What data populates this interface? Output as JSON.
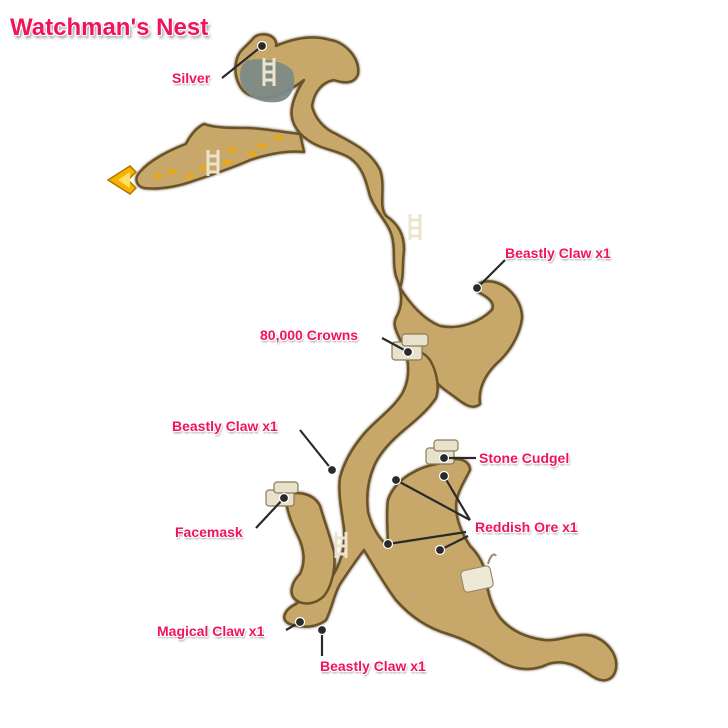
{
  "title": "Watchman's Nest",
  "colors": {
    "label": "#f0145a",
    "cave_fill": "#c7a86b",
    "cave_edge": "#6b5227",
    "water": "#7d8a86",
    "exit_arrow": "#f5b400",
    "footprints": "#e8a81c",
    "chest": "#e8e1cc",
    "pin": "#222222"
  },
  "map_elements": {
    "ladders": 4,
    "treasure_chests": 4,
    "exit_marker": "yellow-arrow-left",
    "scroll_marker": "scroll-icon"
  },
  "labels": [
    {
      "id": "silver",
      "text": "Silver"
    },
    {
      "id": "beastly-claw-1",
      "text": "Beastly Claw x1"
    },
    {
      "id": "crowns",
      "text": "80,000 Crowns"
    },
    {
      "id": "beastly-claw-2",
      "text": "Beastly Claw x1"
    },
    {
      "id": "stone-cudgel",
      "text": "Stone Cudgel"
    },
    {
      "id": "facemask",
      "text": "Facemask"
    },
    {
      "id": "reddish-ore",
      "text": "Reddish Ore x1"
    },
    {
      "id": "magical-claw",
      "text": "Magical Claw x1"
    },
    {
      "id": "beastly-claw-3",
      "text": "Beastly Claw x1"
    }
  ]
}
